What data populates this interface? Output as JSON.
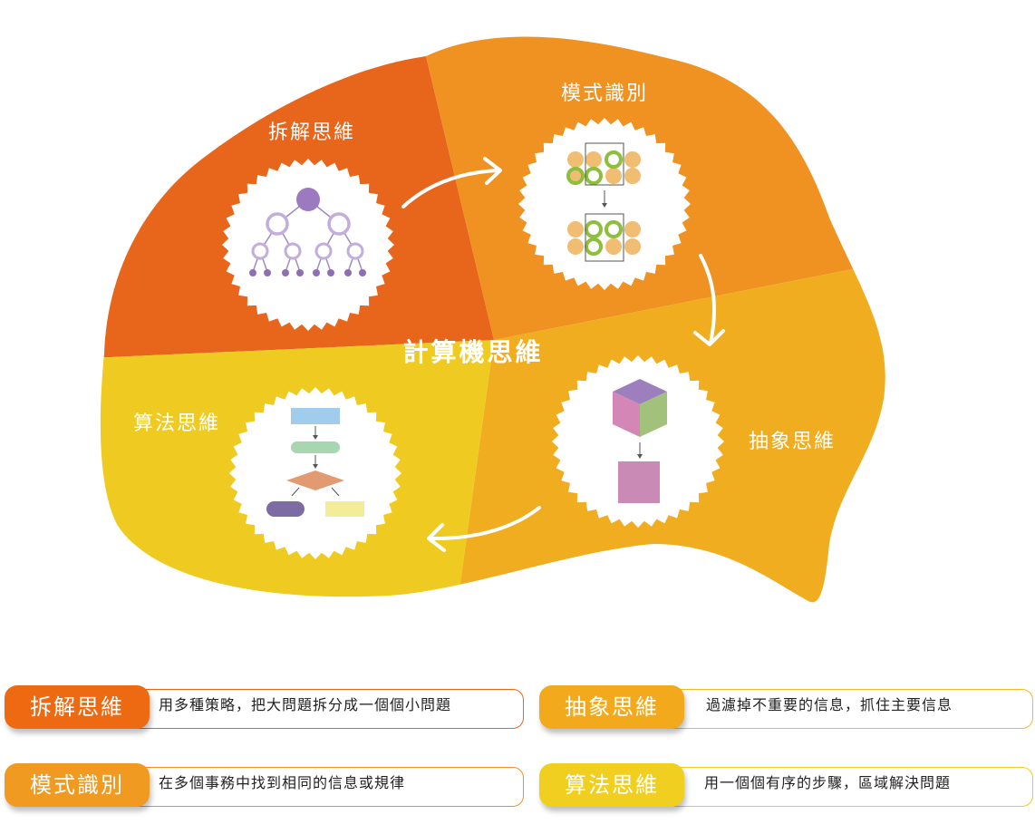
{
  "diagram": {
    "center_title": "計算機思維",
    "quadrants": [
      {
        "key": "decomposition",
        "label": "拆解思維",
        "color": "#E8651C"
      },
      {
        "key": "pattern",
        "label": "模式識別",
        "color": "#F09222"
      },
      {
        "key": "abstraction",
        "label": "抽象思維",
        "color": "#F1AD20"
      },
      {
        "key": "algorithm",
        "label": "算法思維",
        "color": "#EFCB21"
      }
    ]
  },
  "legend": [
    {
      "tag": "拆解思維",
      "desc": "用多種策略，把大問題拆分成一個個小問題",
      "color": "#EE6A12",
      "border": "#E8651C"
    },
    {
      "tag": "抽象思維",
      "desc": "過濾掉不重要的信息，抓住主要信息",
      "color": "#F2AA1C",
      "border": "#F1B830"
    },
    {
      "tag": "模式識別",
      "desc": "在多個事務中找到相同的信息或規律",
      "color": "#F19A22",
      "border": "#F09222"
    },
    {
      "tag": "算法思維",
      "desc": "用一個個有序的步驟，區域解決問題",
      "color": "#F0CF20",
      "border": "#EFCB21"
    }
  ]
}
